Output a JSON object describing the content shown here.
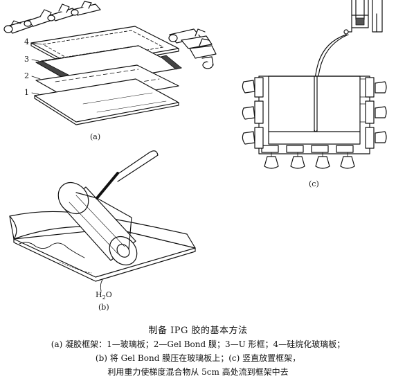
{
  "panel_a": {
    "label": "(a)",
    "layer_numbers": [
      "4",
      "3",
      "2",
      "1"
    ]
  },
  "panel_b": {
    "label": "(b)",
    "water_label": {
      "base": "H",
      "sub": "2",
      "tail": "O"
    }
  },
  "panel_c": {
    "label": "(c)"
  },
  "caption": {
    "title": "制备 IPG 胶的基本方法",
    "line1": "(a) 凝胶框架：1—玻璃板；2—Gel Bond 膜；3—U 形框；4—硅烷化玻璃板；",
    "line2": "(b) 将 Gel Bond 膜压在玻璃板上；(c) 竖直放置框架，",
    "line3": "利用重力使梯度混合物从 5cm 高处流到框架中去"
  }
}
